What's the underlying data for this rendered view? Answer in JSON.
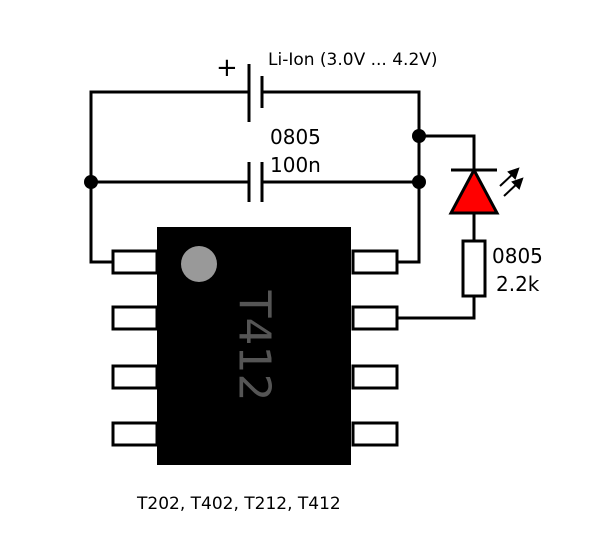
{
  "battery": {
    "polarity_mark": "+",
    "label": "Li-Ion (3.0V ... 4.2V)"
  },
  "capacitor": {
    "package": "0805",
    "value": "100n"
  },
  "resistor": {
    "package": "0805",
    "value": "2.2k"
  },
  "chip": {
    "marking": "T412",
    "body_color": "#000000",
    "marking_color": "#555555",
    "pin1_dot_color": "#999999"
  },
  "led": {
    "color": "#ff0000"
  },
  "footer": {
    "compatible_parts": "T202, T402, T212, T412"
  }
}
